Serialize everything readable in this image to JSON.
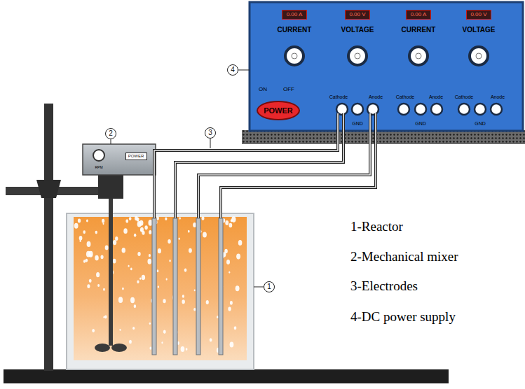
{
  "diagram": {
    "nodes": [
      {
        "text": [
          "0.00 A"
        ]
      },
      {
        "text": [
          "0.00 V"
        ]
      },
      {
        "text": [
          "0.00 A"
        ]
      },
      {
        "text": [
          "0.00 V"
        ]
      },
      {
        "text": [
          "POWER"
        ]
      },
      {
        "text": [
          "4"
        ]
      },
      {
        "text": [
          "2"
        ]
      },
      {
        "text": [
          "POWER"
        ]
      },
      {
        "text": [
          "3"
        ]
      },
      {
        "text": [
          "1"
        ]
      }
    ],
    "labels": [
      "CURRENT",
      "VOLTAGE",
      "CURRENT",
      "VOLTAGE",
      "ON",
      "OFF",
      "Cathode",
      "Anode",
      "Cathode",
      "Anode",
      "Cathode",
      "Anode",
      "GND",
      "GND",
      "GND",
      "RPM",
      "1-Reactor",
      "2-Mechanical mixer",
      "3-Electrodes",
      "4-DC power supply"
    ]
  }
}
